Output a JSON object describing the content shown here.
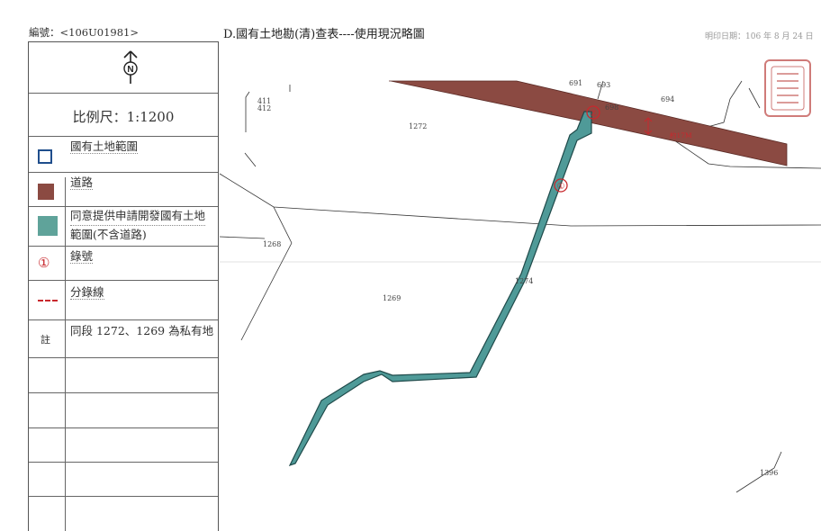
{
  "header": {
    "doc_id": "編號：<106U01981>",
    "title": "D.國有土地勘(清)查表----使用現況略圖",
    "date": "明印日期：106 年 8 月 24 日"
  },
  "legend": {
    "scale": "比例尺：1:1200",
    "items": [
      {
        "label": "國有土地範圍",
        "symbol": "blue-square-outline",
        "color": "#1f4e8c"
      },
      {
        "label": "道路",
        "symbol": "brown-filled-square",
        "color": "#8b4a42"
      },
      {
        "label_line1": "同意提供申請開發國有土地",
        "label_line2": "範圍(不含道路)",
        "symbol": "teal-filled-square",
        "color": "#5fa39a"
      },
      {
        "label": "錄號",
        "symbol": "circled-one",
        "glyph": "①",
        "color": "#c8282d"
      },
      {
        "label": "分錄線",
        "symbol": "red-dashed-line",
        "color": "#c8282d"
      },
      {
        "label": "同段 1272、1269 為私有地",
        "symbol": "note",
        "glyph": "註"
      }
    ]
  },
  "map": {
    "parcels": {
      "p411": "411",
      "p412": "412",
      "p1272": "1272",
      "p1268": "1268",
      "p1269": "1269",
      "p1274": "1274",
      "p691": "691",
      "p693": "693",
      "p694": "694",
      "p698": "698",
      "p1396": "1396"
    },
    "markers": {
      "m1": "①",
      "m2": "②"
    },
    "road_label": "約17M",
    "road_color": "#8b4a42",
    "corridor_color": "#4f9a98",
    "marker_color": "#c8282d"
  },
  "stamp": {
    "color": "#c0504d"
  }
}
